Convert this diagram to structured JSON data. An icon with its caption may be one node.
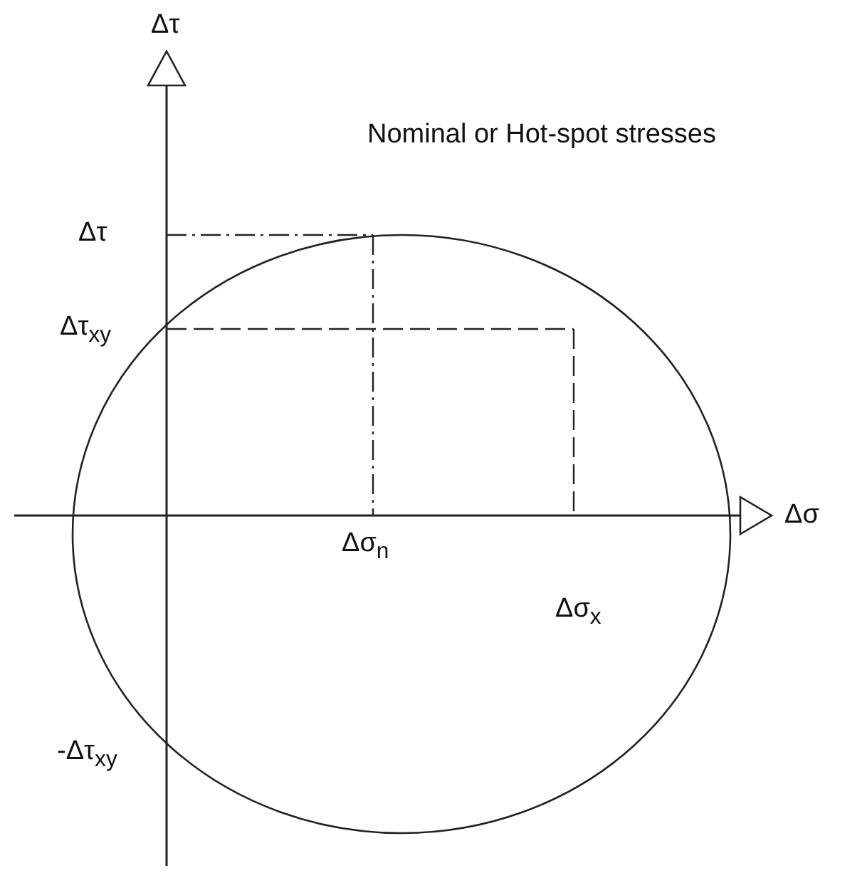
{
  "diagram": {
    "labels": [
      "Δτ",
      "Nominal or Hot-spot stresses",
      "Δτ",
      "Δτ$_{xy}$",
      "Δσ",
      "Δσ$_{n}$",
      "Δσ$_{x}$",
      "-Δτ$_{xy}$"
    ]
  }
}
